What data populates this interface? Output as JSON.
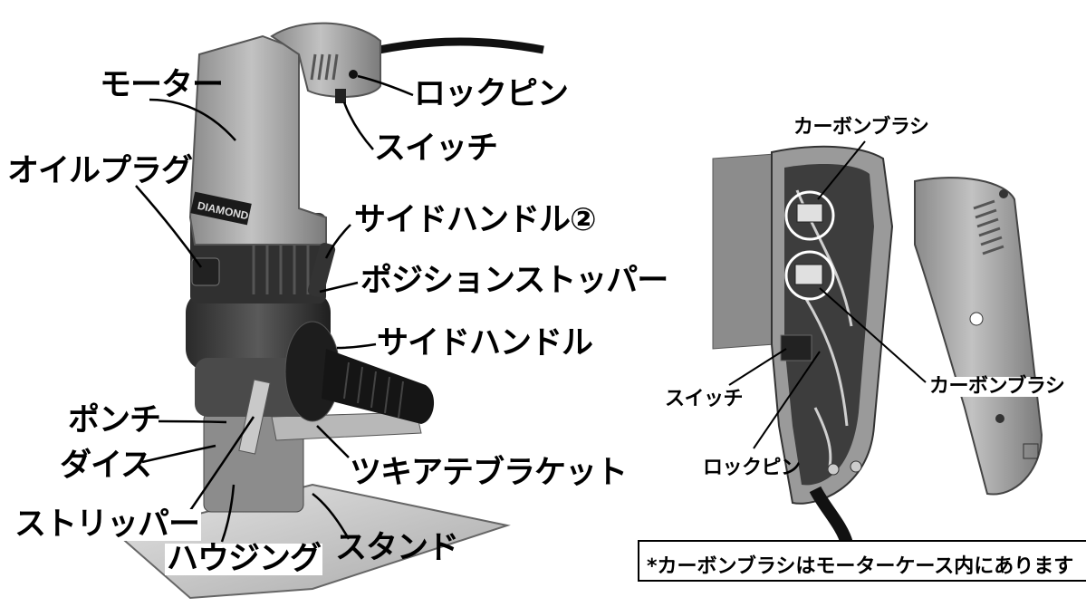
{
  "left_labels": {
    "motor": "モーター",
    "lock_pin": "ロックピン",
    "switch": "スイッチ",
    "oil_plug": "オイルプラグ",
    "side_handle_2": "サイドハンドル②",
    "position_stopper": "ポジションストッパー",
    "side_handle": "サイドハンドル",
    "punch": "ポンチ",
    "dies": "ダイス",
    "push_bracket": "ツキアテブラケット",
    "stripper": "ストリッパー",
    "housing": "ハウジング",
    "stand": "スタンド",
    "brand": "DIAMOND"
  },
  "right_labels": {
    "carbon_brush_top": "カーボンブラシ",
    "carbon_brush_right": "カーボンブラシ",
    "switch": "スイッチ",
    "lock_pin": "ロックピン"
  },
  "note": "*カーボンブラシはモーターケース内にあります",
  "colors": {
    "ink": "#000000",
    "body_gray": "#a9a9a9",
    "dark_metal": "#3c3c3c"
  }
}
